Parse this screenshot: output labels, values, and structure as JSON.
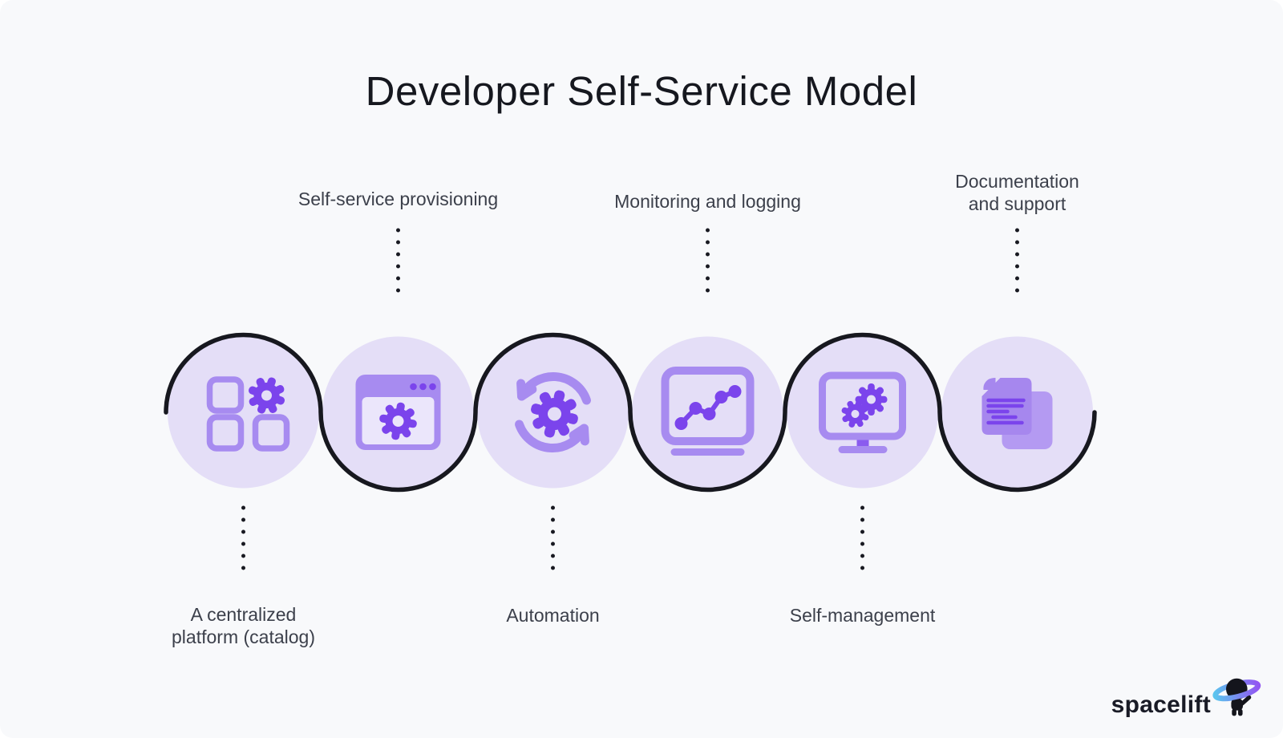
{
  "title": "Developer Self-Service Model",
  "steps": [
    {
      "label": "A centralized platform (catalog)",
      "lines": [
        "A centralized",
        "platform (catalog)"
      ],
      "label_position": "bottom",
      "icon": "catalog-grid-gear-icon"
    },
    {
      "label": "Self-service provisioning",
      "lines": [
        "Self-service provisioning"
      ],
      "label_position": "top",
      "icon": "browser-window-gear-icon"
    },
    {
      "label": "Automation",
      "lines": [
        "Automation"
      ],
      "label_position": "bottom",
      "icon": "sync-arrows-gear-icon"
    },
    {
      "label": "Monitoring and logging",
      "lines": [
        "Monitoring and logging"
      ],
      "label_position": "top",
      "icon": "laptop-line-chart-icon"
    },
    {
      "label": "Self-management",
      "lines": [
        "Self-management"
      ],
      "label_position": "bottom",
      "icon": "monitor-gears-icon"
    },
    {
      "label": "Documentation and support",
      "lines": [
        "Documentation",
        "and support"
      ],
      "label_position": "top",
      "icon": "documents-icon"
    }
  ],
  "branding": {
    "logo_text": "spacelift"
  },
  "colors": {
    "background": "#F8F9FB",
    "circle_fill": "#E4DEF7",
    "icon_medium_purple": "#A78BF0",
    "icon_light_purple": "#B49AF2",
    "icon_dark_purple": "#7B44EC",
    "window_body_fill": "#EBE6FB",
    "connector_black": "#17181F",
    "title_text": "#16181F",
    "label_text": "#3C404B",
    "ring_gradient": [
      "#5BC4EE",
      "#9257F2"
    ]
  }
}
